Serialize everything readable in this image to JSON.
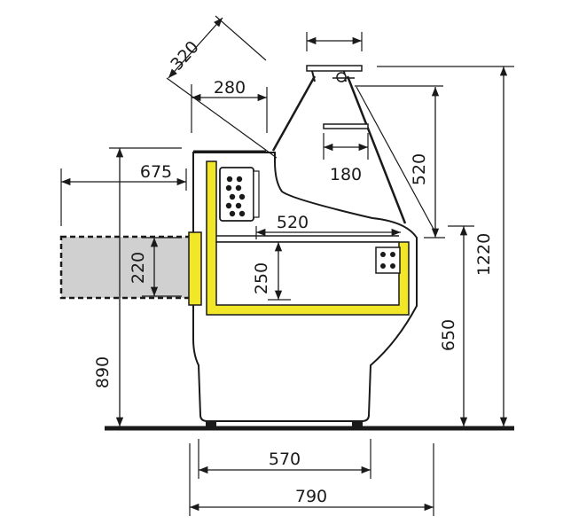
{
  "dimensions": {
    "angled_top": "320",
    "top_depth": "280",
    "shelf_width": "180",
    "glass_height": "520",
    "extension_depth": "675",
    "interior_depth": "520",
    "extension_height": "220",
    "tray_height": "250",
    "overall_height": "1220",
    "counter_height": "650",
    "extension_floor_height": "890",
    "base_depth": "570",
    "overall_depth": "790"
  },
  "colors": {
    "outline": "#1a1a1a",
    "tray": "#f2e629",
    "extension_fill": "#d0d0d0",
    "body_fill": "#ffffff"
  }
}
